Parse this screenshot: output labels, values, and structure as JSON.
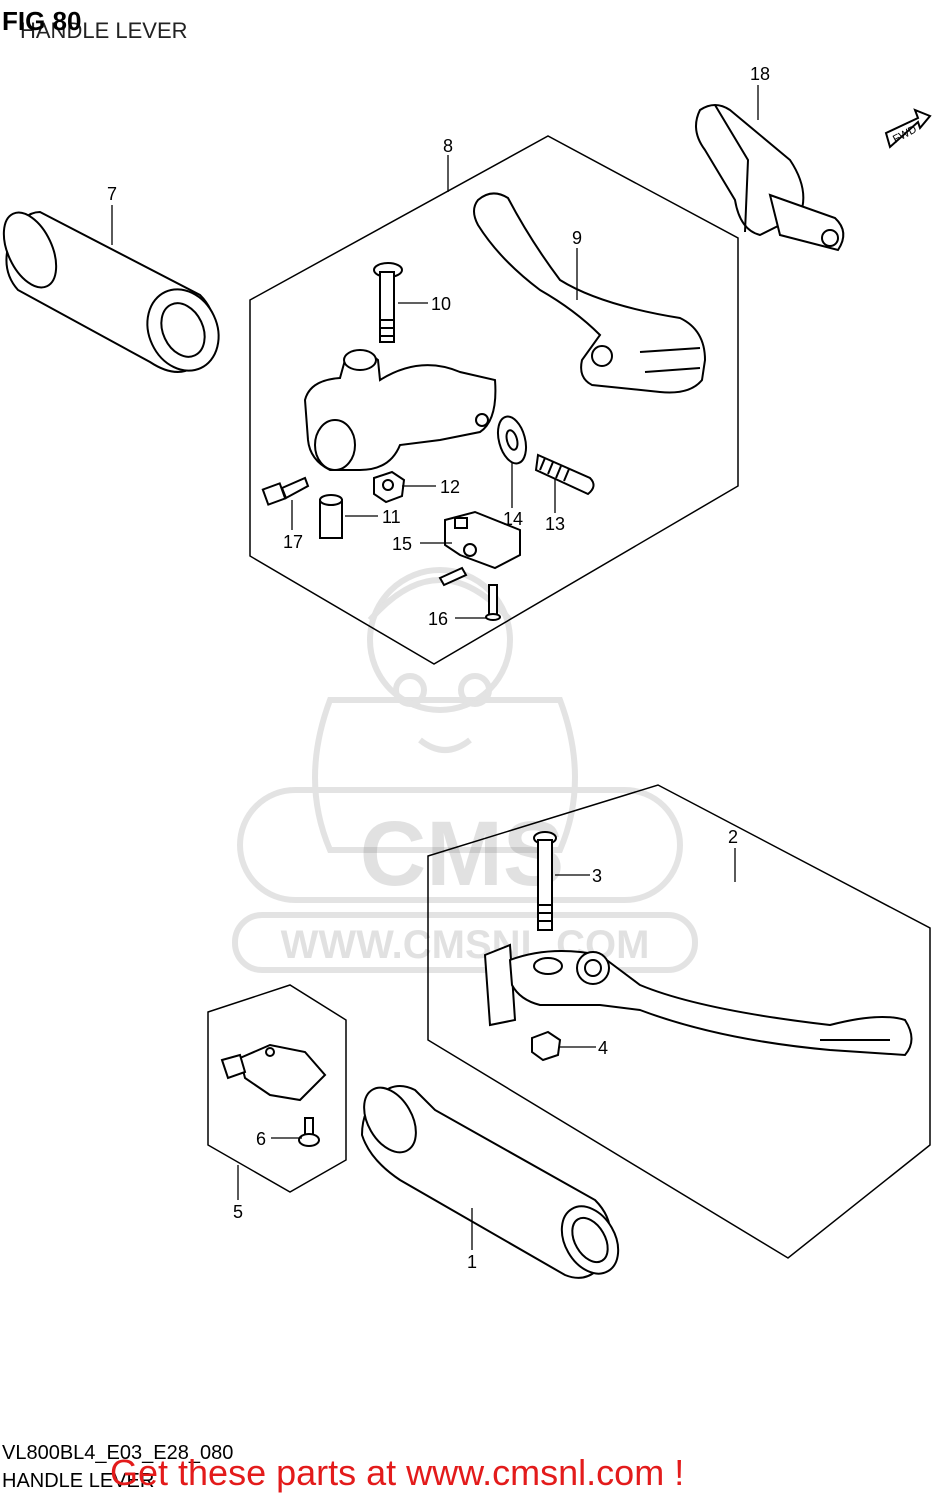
{
  "header": {
    "figure": "FIG 80",
    "subtitle": "HANDLE LEVER"
  },
  "footer": {
    "code": "VL800BL4_E03_E28_080",
    "subtitle": "HANDLE LEVER"
  },
  "watermark": {
    "logo_text": "CMS",
    "url_text": "WWW.CMSNL.COM"
  },
  "promo": {
    "text": "Get these parts at www.cmsnl.com !",
    "color": "#e31b1b"
  },
  "fwd_label": "FWD",
  "callouts": [
    "1",
    "2",
    "3",
    "4",
    "5",
    "6",
    "7",
    "8",
    "9",
    "10",
    "11",
    "12",
    "13",
    "14",
    "15",
    "16",
    "17",
    "18"
  ]
}
